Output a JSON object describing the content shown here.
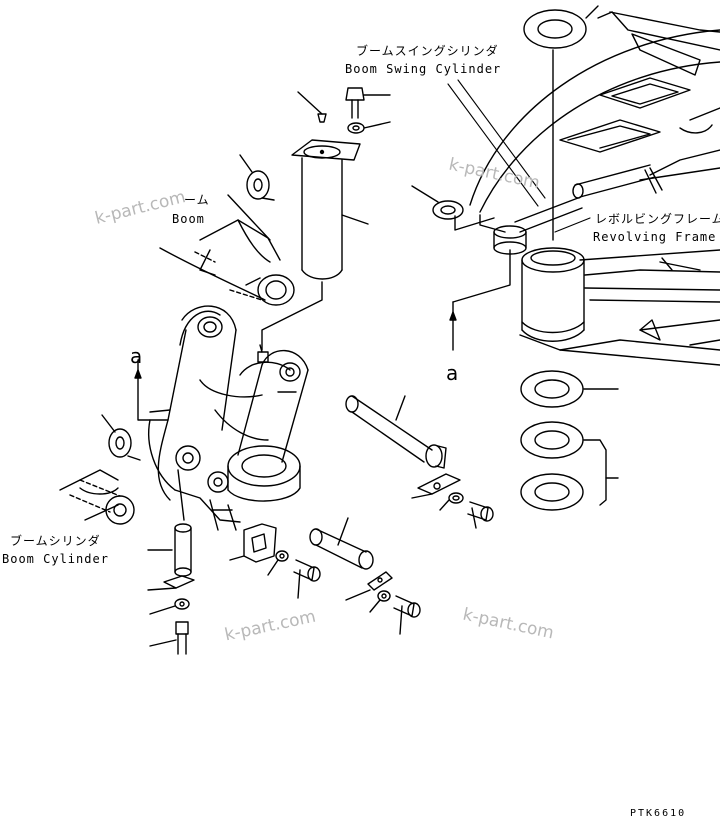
{
  "labels": {
    "boom_swing_jp": "ブームスイングシリンダ",
    "boom_swing_en": "Boom Swing Cylinder",
    "revolving_jp": "レボルビングフレーム",
    "revolving_en": "Revolving Frame",
    "boom_jp": "ーム",
    "boom_en": "Boom",
    "boom_cyl_jp": "ブームシリンダ",
    "boom_cyl_en": "Boom Cylinder"
  },
  "view_markers": {
    "left": "a",
    "right": "a"
  },
  "watermark": "k-part.com",
  "drawing_code": "PTK6610"
}
